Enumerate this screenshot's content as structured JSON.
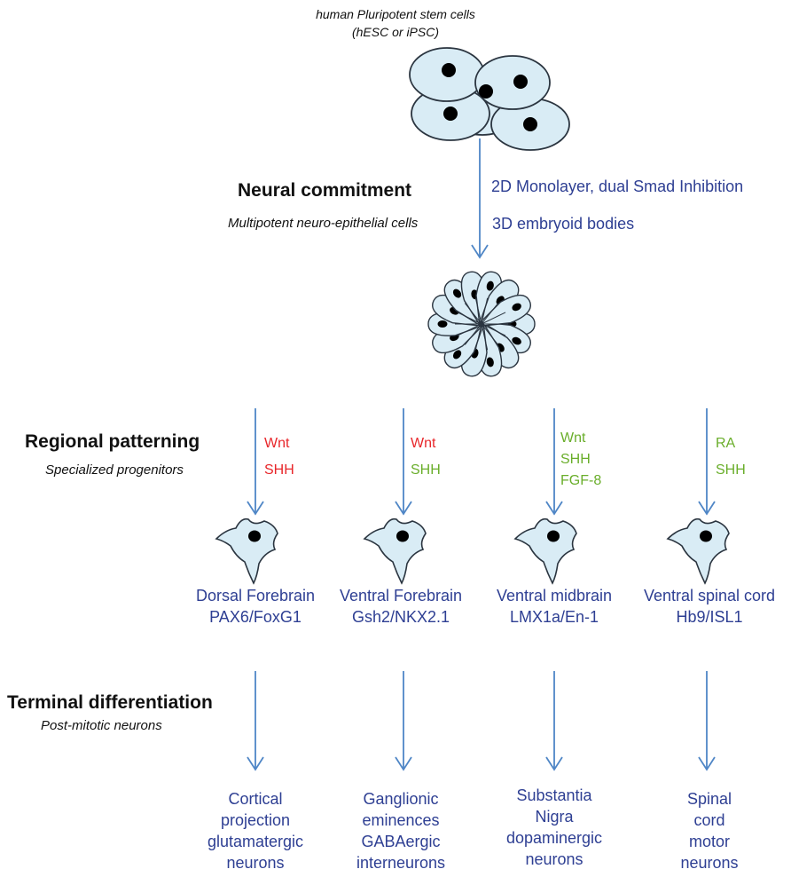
{
  "top": {
    "source_line1": "human Pluripotent stem cells",
    "source_line2": "(hESC or iPSC)"
  },
  "commitment": {
    "heading": "Neural commitment",
    "subheading": "Multipotent neuro-epithelial cells",
    "method1": "2D Monolayer, dual Smad Inhibition",
    "method2": "3D embryoid bodies"
  },
  "patterning": {
    "heading": "Regional patterning",
    "subheading": "Specialized progenitors"
  },
  "terminal": {
    "heading": "Terminal differentiation",
    "subheading": "Post-mitotic neurons"
  },
  "colors": {
    "text_blue": "#2e3f93",
    "arrow_blue": "#4f86c6",
    "cell_fill": "#d9ecf5",
    "signal_red": "#e8262a",
    "signal_green": "#6aae2b"
  },
  "columns": [
    {
      "signals": [
        {
          "text": "Wnt",
          "color": "red"
        },
        {
          "text": "SHH",
          "color": "red"
        }
      ],
      "region": "Dorsal Forebrain",
      "marker": "PAX6/FoxG1",
      "neuron": [
        "Cortical",
        "projection",
        "glutamatergic",
        "neurons"
      ]
    },
    {
      "signals": [
        {
          "text": "Wnt",
          "color": "red"
        },
        {
          "text": "SHH",
          "color": "green"
        }
      ],
      "region": "Ventral Forebrain",
      "marker": "Gsh2/NKX2.1",
      "neuron": [
        "Ganglionic",
        "eminences",
        "GABAergic",
        "interneurons"
      ]
    },
    {
      "signals": [
        {
          "text": "Wnt",
          "color": "green"
        },
        {
          "text": "SHH",
          "color": "green"
        },
        {
          "text": "FGF-8",
          "color": "green"
        }
      ],
      "region": "Ventral midbrain",
      "marker": "LMX1a/En-1",
      "neuron": [
        "Substantia",
        "Nigra",
        "dopaminergic",
        "neurons"
      ]
    },
    {
      "signals": [
        {
          "text": "RA",
          "color": "green"
        },
        {
          "text": "SHH",
          "color": "green"
        }
      ],
      "region": "Ventral spinal cord",
      "marker": "Hb9/ISL1",
      "neuron": [
        "Spinal",
        "cord",
        "motor",
        "neurons"
      ]
    }
  ]
}
